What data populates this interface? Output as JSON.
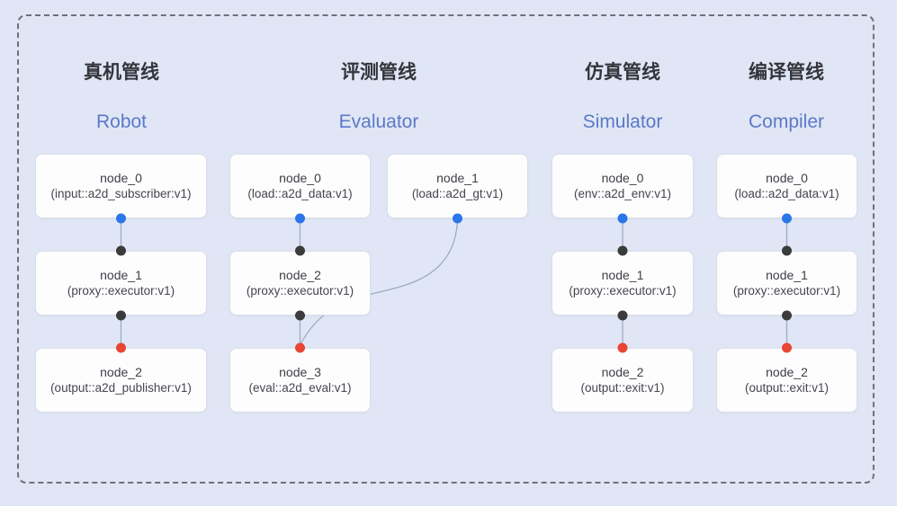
{
  "diagram": {
    "pipelines": [
      {
        "title_zh": "真机管线",
        "title_en": "Robot",
        "nodes": [
          {
            "name": "node_0",
            "detail": "(input::a2d_subscriber:v1)"
          },
          {
            "name": "node_1",
            "detail": "(proxy::executor:v1)"
          },
          {
            "name": "node_2",
            "detail": "(output::a2d_publisher:v1)"
          }
        ]
      },
      {
        "title_zh": "评测管线",
        "title_en": "Evaluator",
        "nodes": [
          {
            "name": "node_0",
            "detail": "(load::a2d_data:v1)"
          },
          {
            "name": "node_1",
            "detail": "(load::a2d_gt:v1)"
          },
          {
            "name": "node_2",
            "detail": "(proxy::executor:v1)"
          },
          {
            "name": "node_3",
            "detail": "(eval::a2d_eval:v1)"
          }
        ]
      },
      {
        "title_zh": "仿真管线",
        "title_en": "Simulator",
        "nodes": [
          {
            "name": "node_0",
            "detail": "(env::a2d_env:v1)"
          },
          {
            "name": "node_1",
            "detail": "(proxy::executor:v1)"
          },
          {
            "name": "node_2",
            "detail": "(output::exit:v1)"
          }
        ]
      },
      {
        "title_zh": "编译管线",
        "title_en": "Compiler",
        "nodes": [
          {
            "name": "node_0",
            "detail": "(load::a2d_data:v1)"
          },
          {
            "name": "node_1",
            "detail": "(proxy::executor:v1)"
          },
          {
            "name": "node_2",
            "detail": "(output::exit:v1)"
          }
        ]
      }
    ],
    "connections": [
      {
        "from": "Robot.node_0",
        "to": "Robot.node_1",
        "style": "straight"
      },
      {
        "from": "Robot.node_1",
        "to": "Robot.node_2",
        "style": "straight"
      },
      {
        "from": "Evaluator.node_0",
        "to": "Evaluator.node_2",
        "style": "straight"
      },
      {
        "from": "Evaluator.node_2",
        "to": "Evaluator.node_3",
        "style": "straight"
      },
      {
        "from": "Evaluator.node_1",
        "to": "Evaluator.node_3",
        "style": "curved"
      },
      {
        "from": "Simulator.node_0",
        "to": "Simulator.node_1",
        "style": "straight"
      },
      {
        "from": "Simulator.node_1",
        "to": "Simulator.node_2",
        "style": "straight"
      },
      {
        "from": "Compiler.node_0",
        "to": "Compiler.node_1",
        "style": "straight"
      },
      {
        "from": "Compiler.node_1",
        "to": "Compiler.node_2",
        "style": "straight"
      }
    ],
    "ports": {
      "source_output": "blue",
      "executor_input_output": "black",
      "sink_input": "red"
    },
    "colors": {
      "background": "#e0e6f5",
      "dashed_border": "#6d727b",
      "card_background": "#fdfdfe",
      "card_border": "#dadee8",
      "title_zh_text": "#34353b",
      "title_en_text": "#5b79c8",
      "node_text": "#3e4046",
      "connector_line": "#9fabc4",
      "port_blue": "#2a77e8",
      "port_black": "#3b3b3b",
      "port_red": "#e84532"
    }
  }
}
